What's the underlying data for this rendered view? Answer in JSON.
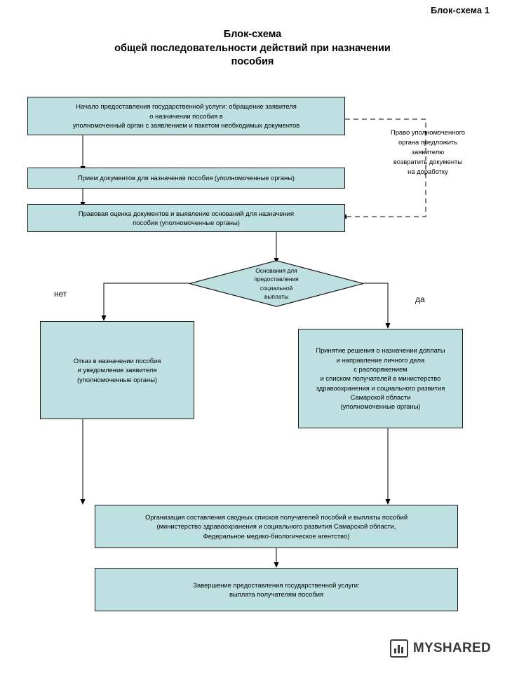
{
  "header": {
    "scheme_label": "Блок-схема 1"
  },
  "title": {
    "line1": "Блок-схема",
    "line2": "общей последовательности действий при назначении",
    "line3": "пособия"
  },
  "labels": {
    "no": "нет",
    "yes": "да"
  },
  "note": {
    "line1": "Право уполномоченного",
    "line2": "органа  предложить",
    "line3": "заявителю",
    "line4": "возвратить документы",
    "line5": "на доработку"
  },
  "nodes": {
    "start": {
      "line1": "Начало предоставления государственной услуги: обращение заявителя",
      "line2": "о назначении пособия в",
      "line3": "уполномоченный орган с заявлением и пакетом необходимых документов"
    },
    "receive": {
      "line1": "Прием документов для  назначения пособия (уполномоченные органы)"
    },
    "legal": {
      "line1": "Правовая оценка документов и выявление оснований для назначения",
      "line2": "пособия (уполномоченные органы)"
    },
    "decision": {
      "line1": "Основания  для",
      "line2": "предоставления",
      "line3": "социальной",
      "line4": "выплаты"
    },
    "refuse": {
      "line1": "Отказ в назначении пособия",
      "line2": "и уведомление заявителя",
      "line3": "(уполномоченные органы)"
    },
    "approve": {
      "line1": "Принятие решения о назначении доплаты",
      "line2": "и направление личного дела",
      "line3": "с распоряжением",
      "line4": "и списком получателей в министерство",
      "line5": "здравоохранения и социального развития",
      "line6": "Самарской области",
      "line7": "(уполномоченные органы)"
    },
    "lists": {
      "line1": "Организация составления сводных списков получателей пособий и выплаты пособий",
      "line2": "(министерство  здравоохранения и социального развития Самарской области,",
      "line3": "Федеральное медико-биологическое агентство)"
    },
    "finish": {
      "line1": "Завершение предоставления государственной услуги:",
      "line2": "выплата получателям пособия"
    }
  },
  "watermark": {
    "text": "MYSHARED"
  },
  "colors": {
    "box_fill": "#bfe0e0",
    "box_stroke": "#1a1a1a",
    "line": "#000000",
    "logo": "#3b3b3b"
  }
}
